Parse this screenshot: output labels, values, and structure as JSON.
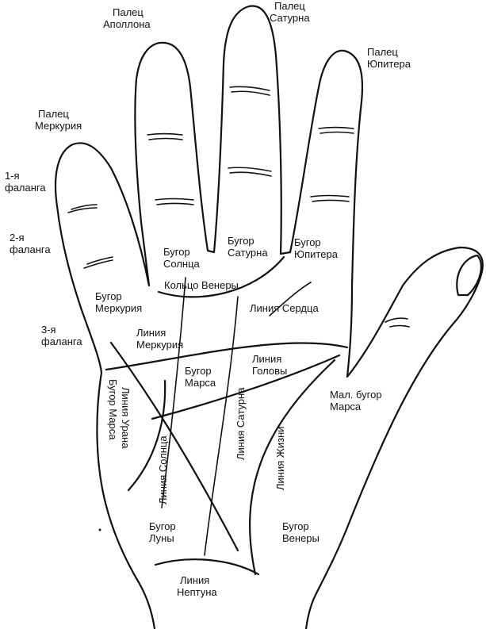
{
  "colors": {
    "ink": "#111111",
    "background": "#ffffff"
  },
  "labels": {
    "finger_apollo": {
      "line1": "Палец",
      "line2": "Аполлона"
    },
    "finger_saturn": {
      "line1": "Палец",
      "line2": "Сатурна"
    },
    "finger_jupiter": {
      "line1": "Палец",
      "line2": "Юпитера"
    },
    "finger_mercury": {
      "line1": "Палец",
      "line2": "Меркурия"
    },
    "phalanx_1": {
      "line1": "1-я",
      "line2": "фаланга"
    },
    "phalanx_2": {
      "line1": "2-я",
      "line2": "фаланга"
    },
    "phalanx_3": {
      "line1": "3-я",
      "line2": "фаланга"
    },
    "mount_sun": {
      "line1": "Бугор",
      "line2": "Солнца"
    },
    "mount_saturn": {
      "line1": "Бугор",
      "line2": "Сатурна"
    },
    "mount_jupiter": {
      "line1": "Бугор",
      "line2": "Юпитера"
    },
    "ring_venus": "Кольцо Венеры",
    "mount_mercury": {
      "line1": "Бугор",
      "line2": "Меркурия"
    },
    "heart_line": "Линия Сердца",
    "mercury_line": {
      "line1": "Линия",
      "line2": "Меркурия"
    },
    "head_line": {
      "line1": "Линия",
      "line2": "Головы"
    },
    "mount_mars": {
      "line1": "Бугор",
      "line2": "Марса"
    },
    "lower_mars": {
      "line1": "Мал. бугор",
      "line2": "Марса"
    },
    "uranus_line": "Линия Урана",
    "mars_mount_vertical": "Бугор Марса",
    "sun_line": "Линия Солнца",
    "saturn_line": "Линия Сатурна",
    "life_line": "Линия Жизни",
    "mount_moon": {
      "line1": "Бугор",
      "line2": "Луны"
    },
    "mount_venus": {
      "line1": "Бугор",
      "line2": "Венеры"
    },
    "neptune_line": {
      "line1": "Линия",
      "line2": "Нептуна"
    }
  }
}
